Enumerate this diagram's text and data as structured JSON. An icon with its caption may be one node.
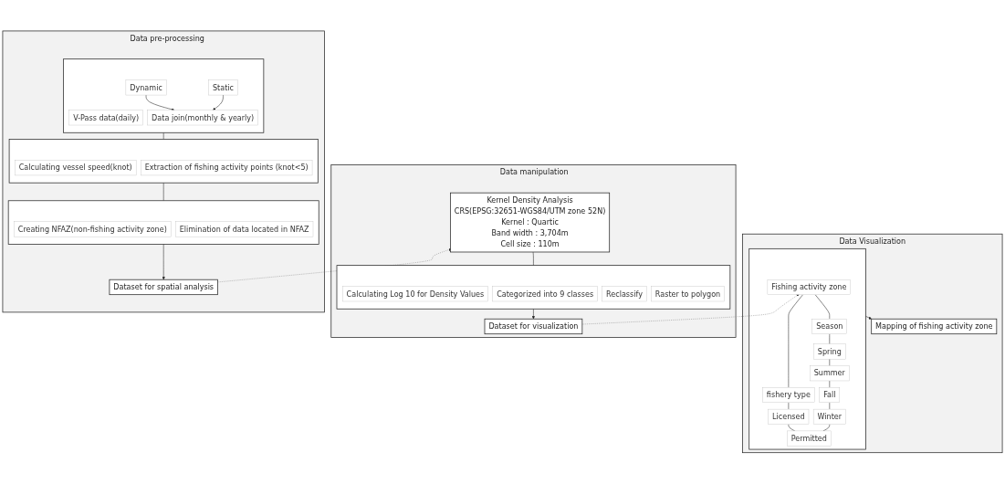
{
  "diagram": {
    "nodes": [
      {
        "text": [
          "Data pre-processing"
        ]
      },
      {
        "text": [],
        "shape": "box",
        "in": 0
      },
      {
        "text": [
          "V-Pass data(daily)"
        ],
        "in": 1
      },
      {
        "text": [
          "Dynamic"
        ],
        "in": 1
      },
      {
        "text": [
          "Static"
        ],
        "in": 1
      },
      {
        "text": [
          "Data join(monthly & yearly)"
        ],
        "in": 1
      },
      {
        "text": [],
        "shape": "box",
        "in": 0
      },
      {
        "text": [
          "Calculating vessel speed(knot)"
        ],
        "in": 6
      },
      {
        "text": [
          "Extraction of fishing activity points (knot<5)"
        ],
        "in": 6
      },
      {
        "text": [],
        "shape": "box",
        "in": 0
      },
      {
        "text": [
          "Creating NFAZ(non-fishing activity zone)"
        ],
        "in": 9
      },
      {
        "text": [
          "Elimination of data located in NFAZ"
        ],
        "in": 9
      },
      {
        "text": [
          "Dataset for spatial analysis"
        ],
        "in": 0
      },
      {
        "text": [
          "Data manipulation"
        ]
      },
      {
        "text": [
          "Kernel Density Analysis",
          "CRS(EPSG:32651-WGS84/UTM zone 52N)",
          "Kernel : Quartic",
          "Band width : 3,704m",
          "Cell size : 110m"
        ],
        "in": 13
      },
      {
        "text": [],
        "shape": "box",
        "in": 13
      },
      {
        "text": [
          "Calculating Log 10 for Density Values"
        ],
        "in": 15
      },
      {
        "text": [
          "Categorized into 9 classes"
        ],
        "in": 15
      },
      {
        "text": [
          "Reclassify"
        ],
        "in": 15
      },
      {
        "text": [
          "Raster to polygon"
        ],
        "in": 15
      },
      {
        "text": [
          "Dataset for visualization"
        ],
        "in": 13
      },
      {
        "text": [
          "Data Visualization"
        ]
      },
      {
        "text": [],
        "shape": "box",
        "in": 21
      },
      {
        "text": [
          "Fishing activity zone"
        ],
        "in": 22
      },
      {
        "text": [
          "Season"
        ],
        "in": 22
      },
      {
        "text": [
          "fishery type"
        ],
        "in": 22
      },
      {
        "text": [
          "Spring"
        ],
        "in": 22
      },
      {
        "text": [
          "Summer"
        ],
        "in": 22
      },
      {
        "text": [
          "Fall"
        ],
        "in": 22
      },
      {
        "text": [
          "Winter"
        ],
        "in": 22
      },
      {
        "text": [
          "Licensed"
        ],
        "in": 22
      },
      {
        "text": [
          "Permitted"
        ],
        "in": 22
      },
      {
        "text": [
          "Mapping of fishing activity zone"
        ],
        "in": 21
      }
    ],
    "edges": [
      {
        "from": 3,
        "to": 5,
        "arrow": "to"
      },
      {
        "from": 4,
        "to": 5,
        "arrow": "to"
      },
      {
        "from": 1,
        "to": 6,
        "arrow": "none"
      },
      {
        "from": 6,
        "to": 9,
        "arrow": "none"
      },
      {
        "from": 9,
        "to": 12,
        "arrow": "to"
      },
      {
        "from": 12,
        "to": 14,
        "arrow": "to",
        "style": "dashed",
        "color": "#888888"
      },
      {
        "from": 14,
        "to": 15,
        "arrow": "none"
      },
      {
        "from": 15,
        "to": 20,
        "arrow": "to"
      },
      {
        "from": 20,
        "to": 23,
        "arrow": "to",
        "style": "dashed",
        "color": "#888888"
      },
      {
        "from": 23,
        "to": 24,
        "arrow": "none"
      },
      {
        "from": 23,
        "to": 25,
        "arrow": "none"
      },
      {
        "from": 24,
        "to": 26,
        "arrow": "none"
      },
      {
        "from": 26,
        "to": 27,
        "arrow": "none"
      },
      {
        "from": 27,
        "to": 28,
        "arrow": "none"
      },
      {
        "from": 28,
        "to": 29,
        "arrow": "none"
      },
      {
        "from": 25,
        "to": 30,
        "arrow": "none"
      },
      {
        "from": 30,
        "to": 31,
        "arrow": "none"
      },
      {
        "from": 29,
        "to": 31,
        "arrow": "none"
      },
      {
        "from": 22,
        "to": 32,
        "arrow": "to"
      }
    ]
  }
}
